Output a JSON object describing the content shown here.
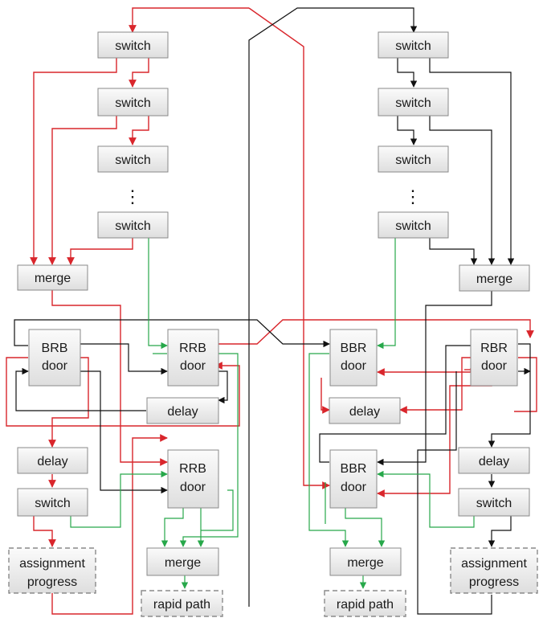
{
  "labels": {
    "switch": "switch",
    "merge": "merge",
    "delay": "delay",
    "brb_door": [
      "BRB",
      "door"
    ],
    "rrb_door": [
      "RRB",
      "door"
    ],
    "bbr_door": [
      "BBR",
      "door"
    ],
    "rbr_door": [
      "RBR",
      "door"
    ],
    "assignment_progress": [
      "assignment",
      "progress"
    ],
    "rapid_path": "rapid path",
    "ellipsis": "⋮"
  },
  "colors": {
    "red": "#d9262c",
    "black": "#111111",
    "green": "#27a84a",
    "box_border": "#8a8a8a"
  }
}
